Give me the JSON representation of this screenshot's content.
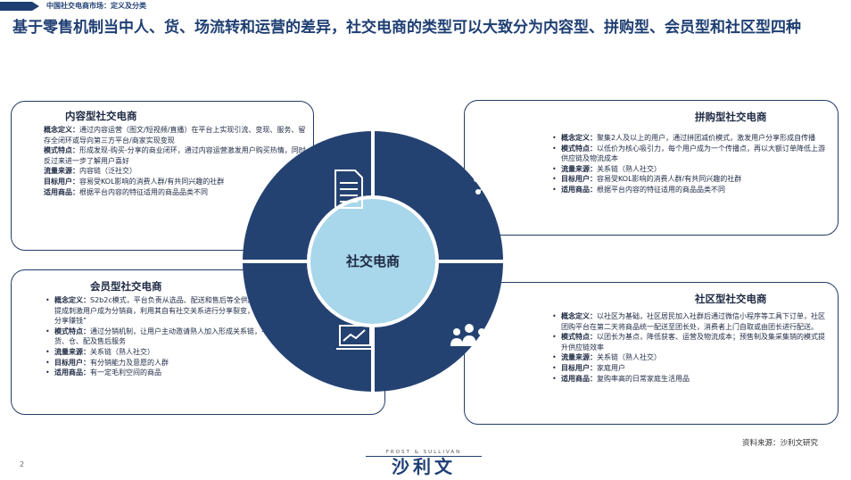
{
  "breadcrumb": "中国社交电商市场：定义及分类",
  "title": "基于零售机制当中人、货、场流转和运营的差异，社交电商的类型可以大致分为内容型、拼购型、会员型和社区型四种",
  "center_label": "社交电商",
  "panels": {
    "content": {
      "title": "内容型社交电商",
      "items": [
        {
          "label": "概念定义：",
          "text": "通过内容运营（图文/短视频/直播）在平台上实现引流、变现、服务、留存全闭环或导向第三方平台/商家实现变现"
        },
        {
          "label": "模式特点：",
          "text": "形成发现-购买-分享的商业闭环，通过内容运营激发用户购买热情，同时反过来进一步了解用户喜好"
        },
        {
          "label": "流量来源：",
          "text": "内容链（泛社交）"
        },
        {
          "label": "目标用户：",
          "text": "容易受KOL影响的消费人群/有共同兴趣的社群"
        },
        {
          "label": "适用商品：",
          "text": "根据平台内容的特征适用的商品品类不同"
        }
      ]
    },
    "group_buy": {
      "title": "拼购型社交电商",
      "items": [
        {
          "label": "概念定义：",
          "text": "聚集2人及以上的用户，通过拼团减价模式，激发用户分享形成自传播"
        },
        {
          "label": "模式特点：",
          "text": "以低价为核心吸引力，每个用户成为一个传播点，再以大额订单降低上游供应链及物流成本"
        },
        {
          "label": "流量来源：",
          "text": "关系链（熟人社交）"
        },
        {
          "label": "目标用户：",
          "text": "容易受KOL影响的消费人群/有共同兴趣的社群"
        },
        {
          "label": "适用商品：",
          "text": "根据平台内容的特征适用的商品品类不同"
        }
      ]
    },
    "member": {
      "title": "会员型社交电商",
      "items": [
        {
          "label": "概念定义：",
          "text": "S2b2c模式，平台负责从选品、配送和售后等全供应链流程。通过销售提成刺激用户成为分销商，利用其自有社交关系进行分享裂变，实现“自购省钱，分享赚钱”"
        },
        {
          "label": "模式特点：",
          "text": "通过分销机制，让用户主动邀请熟人加入形成关系链，平台统一提供货、仓、配及售后服务"
        },
        {
          "label": "流量来源：",
          "text": "关系链（熟人社交）"
        },
        {
          "label": "目标用户：",
          "text": "有分销能力及意愿的人群"
        },
        {
          "label": "适用商品：",
          "text": "有一定毛利空间的商品"
        }
      ]
    },
    "community": {
      "title": "社区型社交电商",
      "items": [
        {
          "label": "概念定义：",
          "text": "以社区为基础，社区居民加入社群后通过微信小程序等工具下订单，社区团购平台在第二天将商品统一配送至团长处，消费者上门自取或由团长进行配送。"
        },
        {
          "label": "模式特点：",
          "text": "以团长为基点，降低获客、运营及物流成本；预售制及集采集销的模式提升供应链效率"
        },
        {
          "label": "流量来源：",
          "text": "关系链（熟人社交）"
        },
        {
          "label": "目标用户：",
          "text": "家庭用户"
        },
        {
          "label": "适用商品：",
          "text": "复购率高的日常家庭生活用品"
        }
      ]
    }
  },
  "source": "资料来源：沙利文研究",
  "page_number": "2",
  "logo": {
    "top": "FROST & SULLIVAN",
    "main": "沙利文"
  },
  "colors": {
    "navy": "#1f3f73",
    "ring": "#244271",
    "center": "#a8d6ea"
  },
  "icons": [
    "document-icon",
    "gear-network-icon",
    "presentation-chart-icon",
    "people-group-icon"
  ]
}
